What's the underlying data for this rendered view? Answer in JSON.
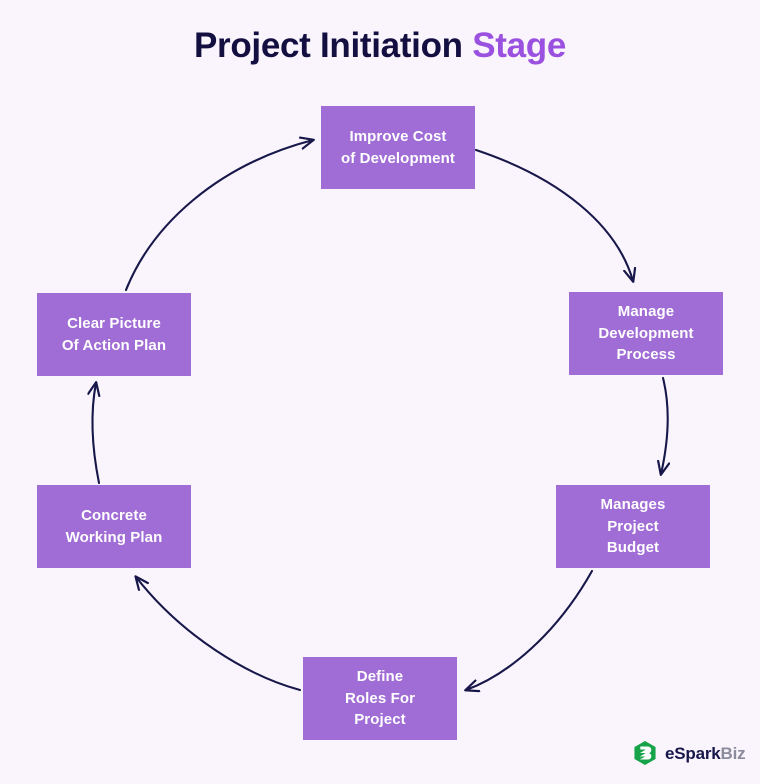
{
  "page": {
    "background_color": "#faf5fc"
  },
  "header": {
    "title_primary": "Project Initiation",
    "title_accent": "Stage",
    "title_primary_color": "#130f40",
    "title_accent_color": "#9b51e0"
  },
  "diagram": {
    "type": "cycle",
    "direction": "clockwise",
    "node_fill_color": "#a06cd5",
    "node_text_color": "#ffffff",
    "arrow_color": "#17174a",
    "nodes": [
      {
        "id": "improve-cost",
        "lines": [
          "Improve Cost",
          "of Development"
        ],
        "position": "top"
      },
      {
        "id": "manage-development",
        "lines": [
          "Manage",
          "Development",
          "Process"
        ],
        "position": "right-upper"
      },
      {
        "id": "manages-budget",
        "lines": [
          "Manages",
          "Project",
          "Budget"
        ],
        "position": "right-lower"
      },
      {
        "id": "define-roles",
        "lines": [
          "Define",
          "Roles For",
          "Project"
        ],
        "position": "bottom"
      },
      {
        "id": "concrete-plan",
        "lines": [
          "Concrete",
          "Working Plan"
        ],
        "position": "left-lower"
      },
      {
        "id": "clear-picture",
        "lines": [
          "Clear Picture",
          "Of Action Plan"
        ],
        "position": "left-upper"
      }
    ],
    "edges": [
      {
        "from": "improve-cost",
        "to": "manage-development"
      },
      {
        "from": "manage-development",
        "to": "manages-budget"
      },
      {
        "from": "manages-budget",
        "to": "define-roles"
      },
      {
        "from": "define-roles",
        "to": "concrete-plan"
      },
      {
        "from": "concrete-plan",
        "to": "clear-picture"
      },
      {
        "from": "clear-picture",
        "to": "improve-cost"
      }
    ]
  },
  "logo": {
    "name_primary": "eSpark",
    "name_secondary": "Biz",
    "mark_color": "#16a34a",
    "primary_color": "#17174a",
    "secondary_color": "#8b8b9e"
  }
}
